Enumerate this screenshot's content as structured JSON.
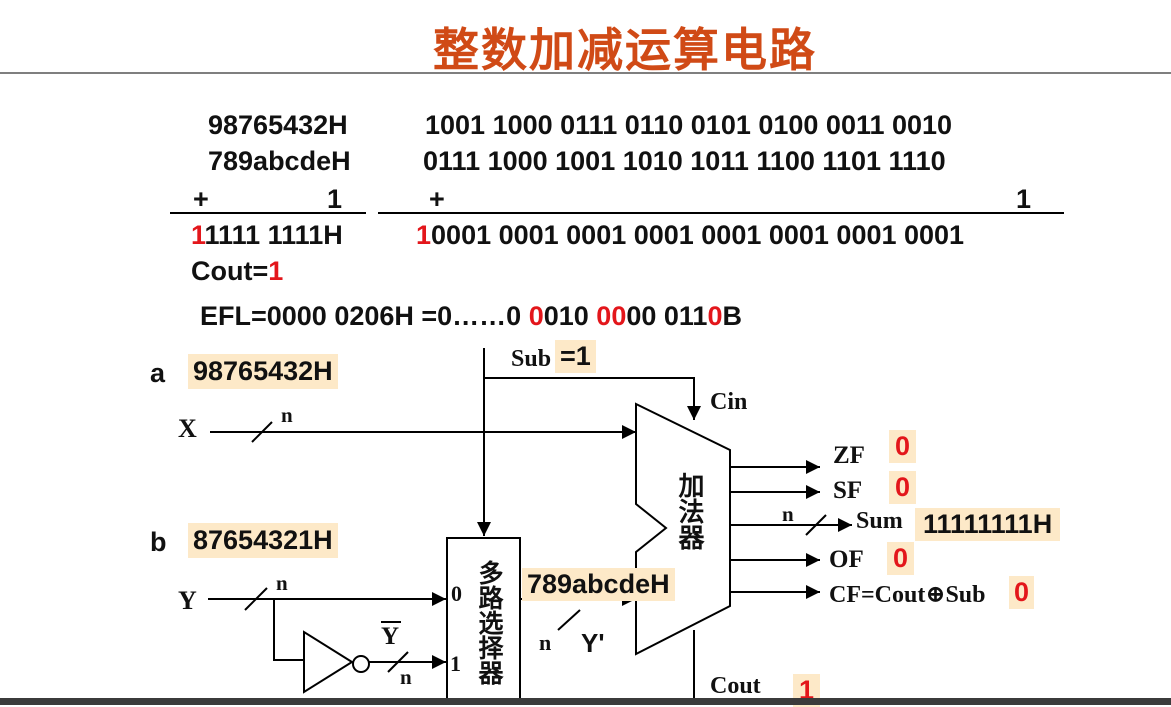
{
  "title": "整数加减运算电路",
  "calc": {
    "hex_a": "98765432H",
    "bin_a": "1001 1000 0111 0110  0101 0100 0011 0010",
    "hex_b": "789abcdeH",
    "bin_b": "0111 1000 1001 1010  1011 1100 1101 1110",
    "plus": "+",
    "one": "1",
    "hex_result_carry": "1",
    "hex_result_rest": "1111 1111H",
    "bin_result_carry": "1",
    "bin_result_rest": "0001 0001 0001 0001 0001 0001 0001 0001",
    "cout_label": "Cout=",
    "cout_value": "1",
    "efl_prefix": "EFL=0000 0206H =0……0 ",
    "efl_bit1": "0",
    "efl_mid1": "010 ",
    "efl_bit2": "00",
    "efl_mid2": "00 011",
    "efl_bit3": "0",
    "efl_suffix": "B"
  },
  "circuit": {
    "a_label": "a",
    "a_value": "98765432H",
    "b_label": "b",
    "b_value": "87654321H",
    "x_label": "X",
    "y_label": "Y",
    "n": "n",
    "sub_label": "Sub",
    "sub_value": "=1",
    "cin_label": "Cin",
    "adder_label": "加法器",
    "mux_label": "多路选择器",
    "mux_in0": "0",
    "mux_in1": "1",
    "y_bar": "Y",
    "y_prime": "Y'",
    "mux_out_value": "789abcdeH",
    "zf_label": "ZF",
    "zf_value": "0",
    "sf_label": "SF",
    "sf_value": "0",
    "sum_label": "Sum",
    "sum_value": "11111111H",
    "of_label": "OF",
    "of_value": "0",
    "cf_label": "CF=Cout⊕Sub",
    "cf_value": "0",
    "cout_label": "Cout",
    "cout_value": "1"
  },
  "colors": {
    "title": "#d04a16",
    "highlight_red": "#e3161b",
    "value_box": "#fde9c8"
  }
}
